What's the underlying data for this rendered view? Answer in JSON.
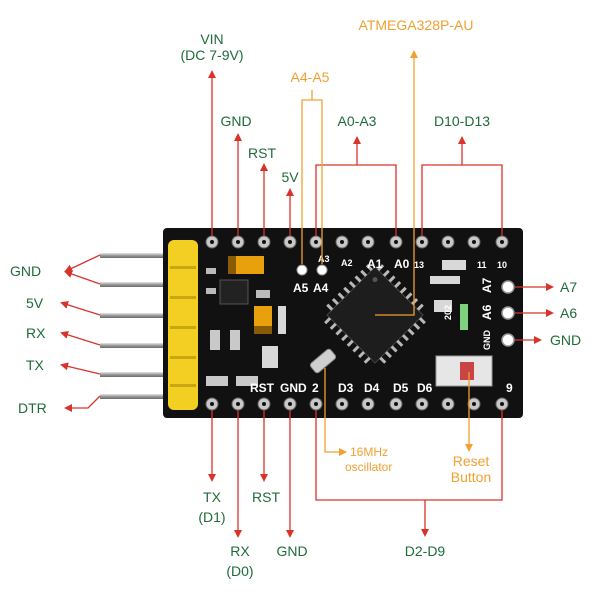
{
  "labels": {
    "vin": "VIN",
    "vin_sub": "(DC 7-9V)",
    "gnd_top": "GND",
    "rst_top": "RST",
    "v5_top": "5V",
    "a4a5": "A4-A5",
    "atmega": "ATMEGA328P-AU",
    "a0a3": "A0-A3",
    "d10d13": "D10-D13",
    "left_gnd": "GND",
    "left_5v": "5V",
    "left_rx": "RX",
    "left_tx": "TX",
    "left_dtr": "DTR",
    "right_a7": "A7",
    "right_a6": "A6",
    "right_gnd": "GND",
    "tx": "TX",
    "tx_sub": "(D1)",
    "rx": "RX",
    "rx_sub": "(D0)",
    "rst_bottom": "RST",
    "gnd_bottom": "GND",
    "osc1": "16MHz",
    "osc2": "oscillator",
    "reset1": "Reset",
    "reset2": "Button",
    "d2d9": "D2-D9"
  },
  "silkscreen": {
    "a3": "A3",
    "a2": "A2",
    "a1": "A1",
    "a0": "A0",
    "p13": "13",
    "p11": "11",
    "p10": "10",
    "a5": "A5",
    "a4": "A4",
    "a7": "A7",
    "a6": "A6",
    "gnd_side": "GND",
    "rst": "RST",
    "gnd": "GND",
    "d2": "2",
    "d3": "D3",
    "d4": "D4",
    "d5": "D5",
    "d6": "D6",
    "p9": "9",
    "r202": "202"
  },
  "colors": {
    "label_green": "#1f6b3a",
    "label_orange": "#f0a030",
    "arrow_red": "#d9342b",
    "board": "#111111"
  }
}
